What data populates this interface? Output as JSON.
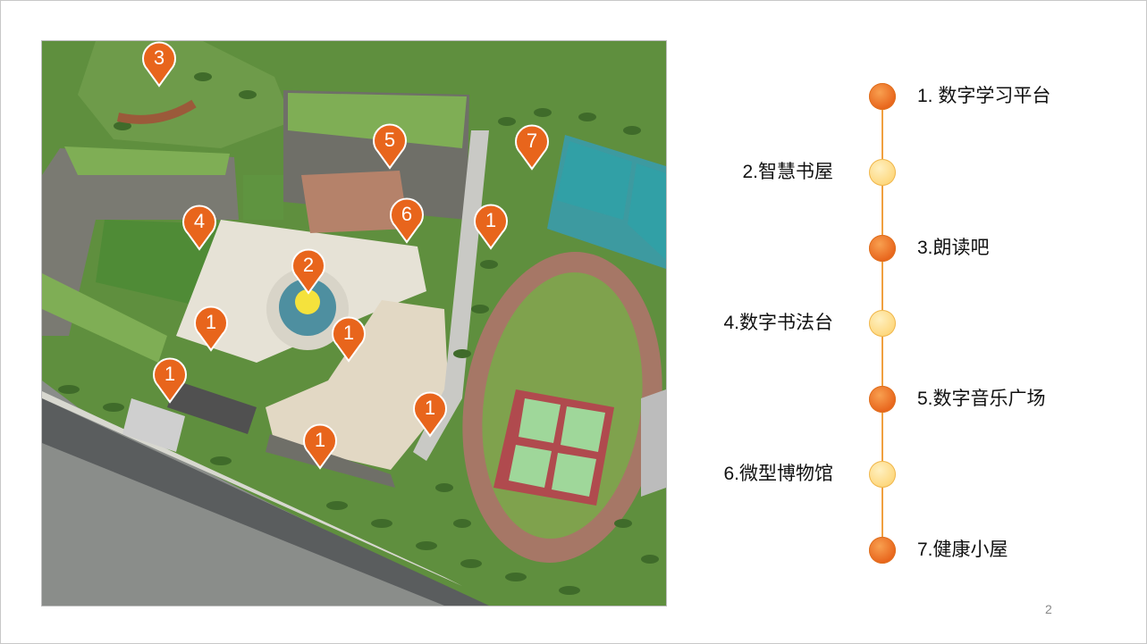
{
  "map": {
    "markers": [
      "3",
      "5",
      "7",
      "4",
      "6",
      "1",
      "2",
      "1",
      "1",
      "1",
      "1",
      "1"
    ]
  },
  "timeline": {
    "items": [
      {
        "label": "1. 数字学习平台",
        "dot": "orange",
        "side": "right"
      },
      {
        "label": "2.智慧书屋",
        "dot": "yellow",
        "side": "left"
      },
      {
        "label": "3.朗读吧",
        "dot": "orange",
        "side": "right"
      },
      {
        "label": "4.数字书法台",
        "dot": "yellow",
        "side": "left"
      },
      {
        "label": "5.数字音乐广场",
        "dot": "orange",
        "side": "right"
      },
      {
        "label": "6.微型博物馆",
        "dot": "yellow",
        "side": "left"
      },
      {
        "label": "7.健康小屋",
        "dot": "orange",
        "side": "right"
      }
    ]
  },
  "page_number": "2",
  "colors": {
    "accent_orange": "#e8651c",
    "accent_yellow": "#fdd67a",
    "timeline_line": "#f0a040"
  }
}
